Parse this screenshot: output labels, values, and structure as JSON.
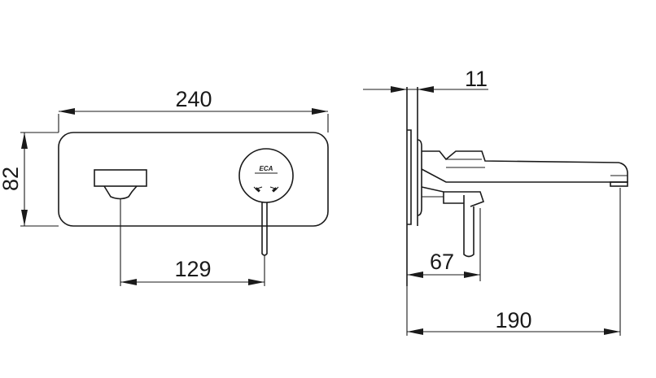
{
  "dimensions": {
    "plate_width": "240",
    "plate_height": "82",
    "center_distance": "129",
    "wall_gap": "11",
    "handle_offset": "67",
    "spout_projection": "190"
  },
  "logo_text": "ECA"
}
